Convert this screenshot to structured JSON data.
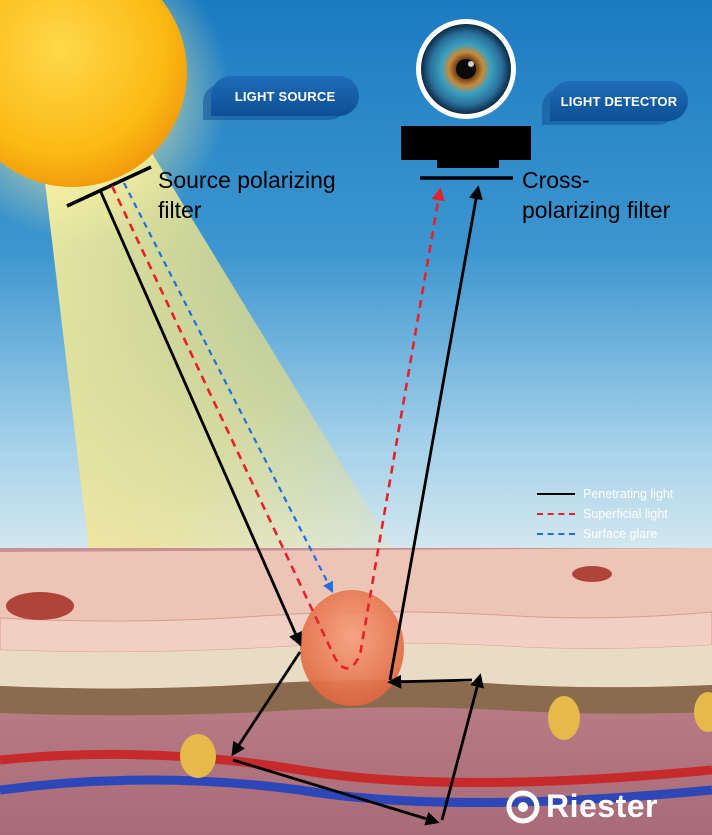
{
  "labels": {
    "light_source": "LIGHT SOURCE",
    "light_detector": "LIGHT DETECTOR",
    "source_filter_line1": "Source polarizing",
    "source_filter_line2": "filter",
    "cross_filter_line1": "Cross-",
    "cross_filter_line2": "polarizing filter"
  },
  "legend": [
    {
      "label": "Penetrating light",
      "color": "#000000",
      "style": "solid"
    },
    {
      "label": "Superficial light",
      "color": "#e8202a",
      "style": "dashed"
    },
    {
      "label": "Surface glare",
      "color": "#1f6fe0",
      "style": "dashed"
    }
  ],
  "brand": {
    "name": "Riester"
  },
  "colors": {
    "sky_top": "#1a7cc4",
    "sky_bottom": "#9ccde8",
    "sun": "#fbbd1a",
    "skin_surface": "#edc4b5",
    "penetrating": "#000000",
    "superficial": "#e8202a",
    "glare": "#1f6fe0"
  },
  "icons": [
    "sun-icon",
    "eye-icon",
    "camera-detector-icon",
    "brand-logo-icon"
  ]
}
